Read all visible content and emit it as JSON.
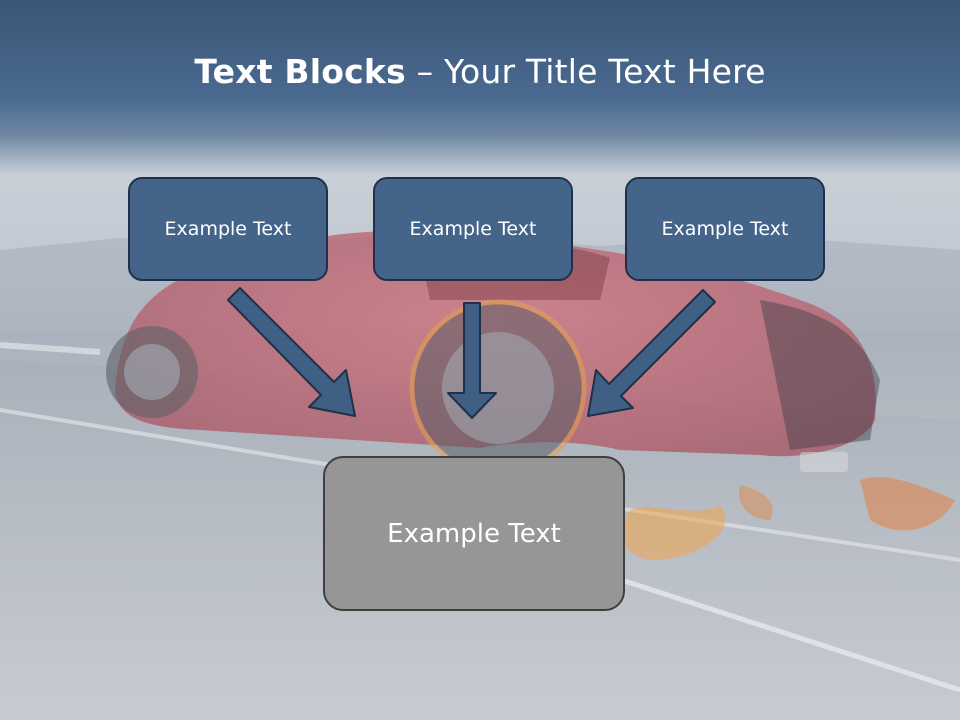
{
  "slide": {
    "title_bold": "Text Blocks",
    "title_dash": " – ",
    "title_rest": "Your Title Text Here"
  },
  "boxes": {
    "top": [
      "Example Text",
      "Example Text",
      "Example Text"
    ],
    "bottom": "Example Text"
  },
  "colors": {
    "header_blue": "#3a5676",
    "box_fill": "#44648a",
    "box_border": "#1f3148",
    "bottom_box_fill": "#969696",
    "arrow_fill": "#3f5f85"
  },
  "icons": {
    "arrows": [
      "arrow-down-right-icon",
      "arrow-down-icon",
      "arrow-down-left-icon"
    ]
  }
}
